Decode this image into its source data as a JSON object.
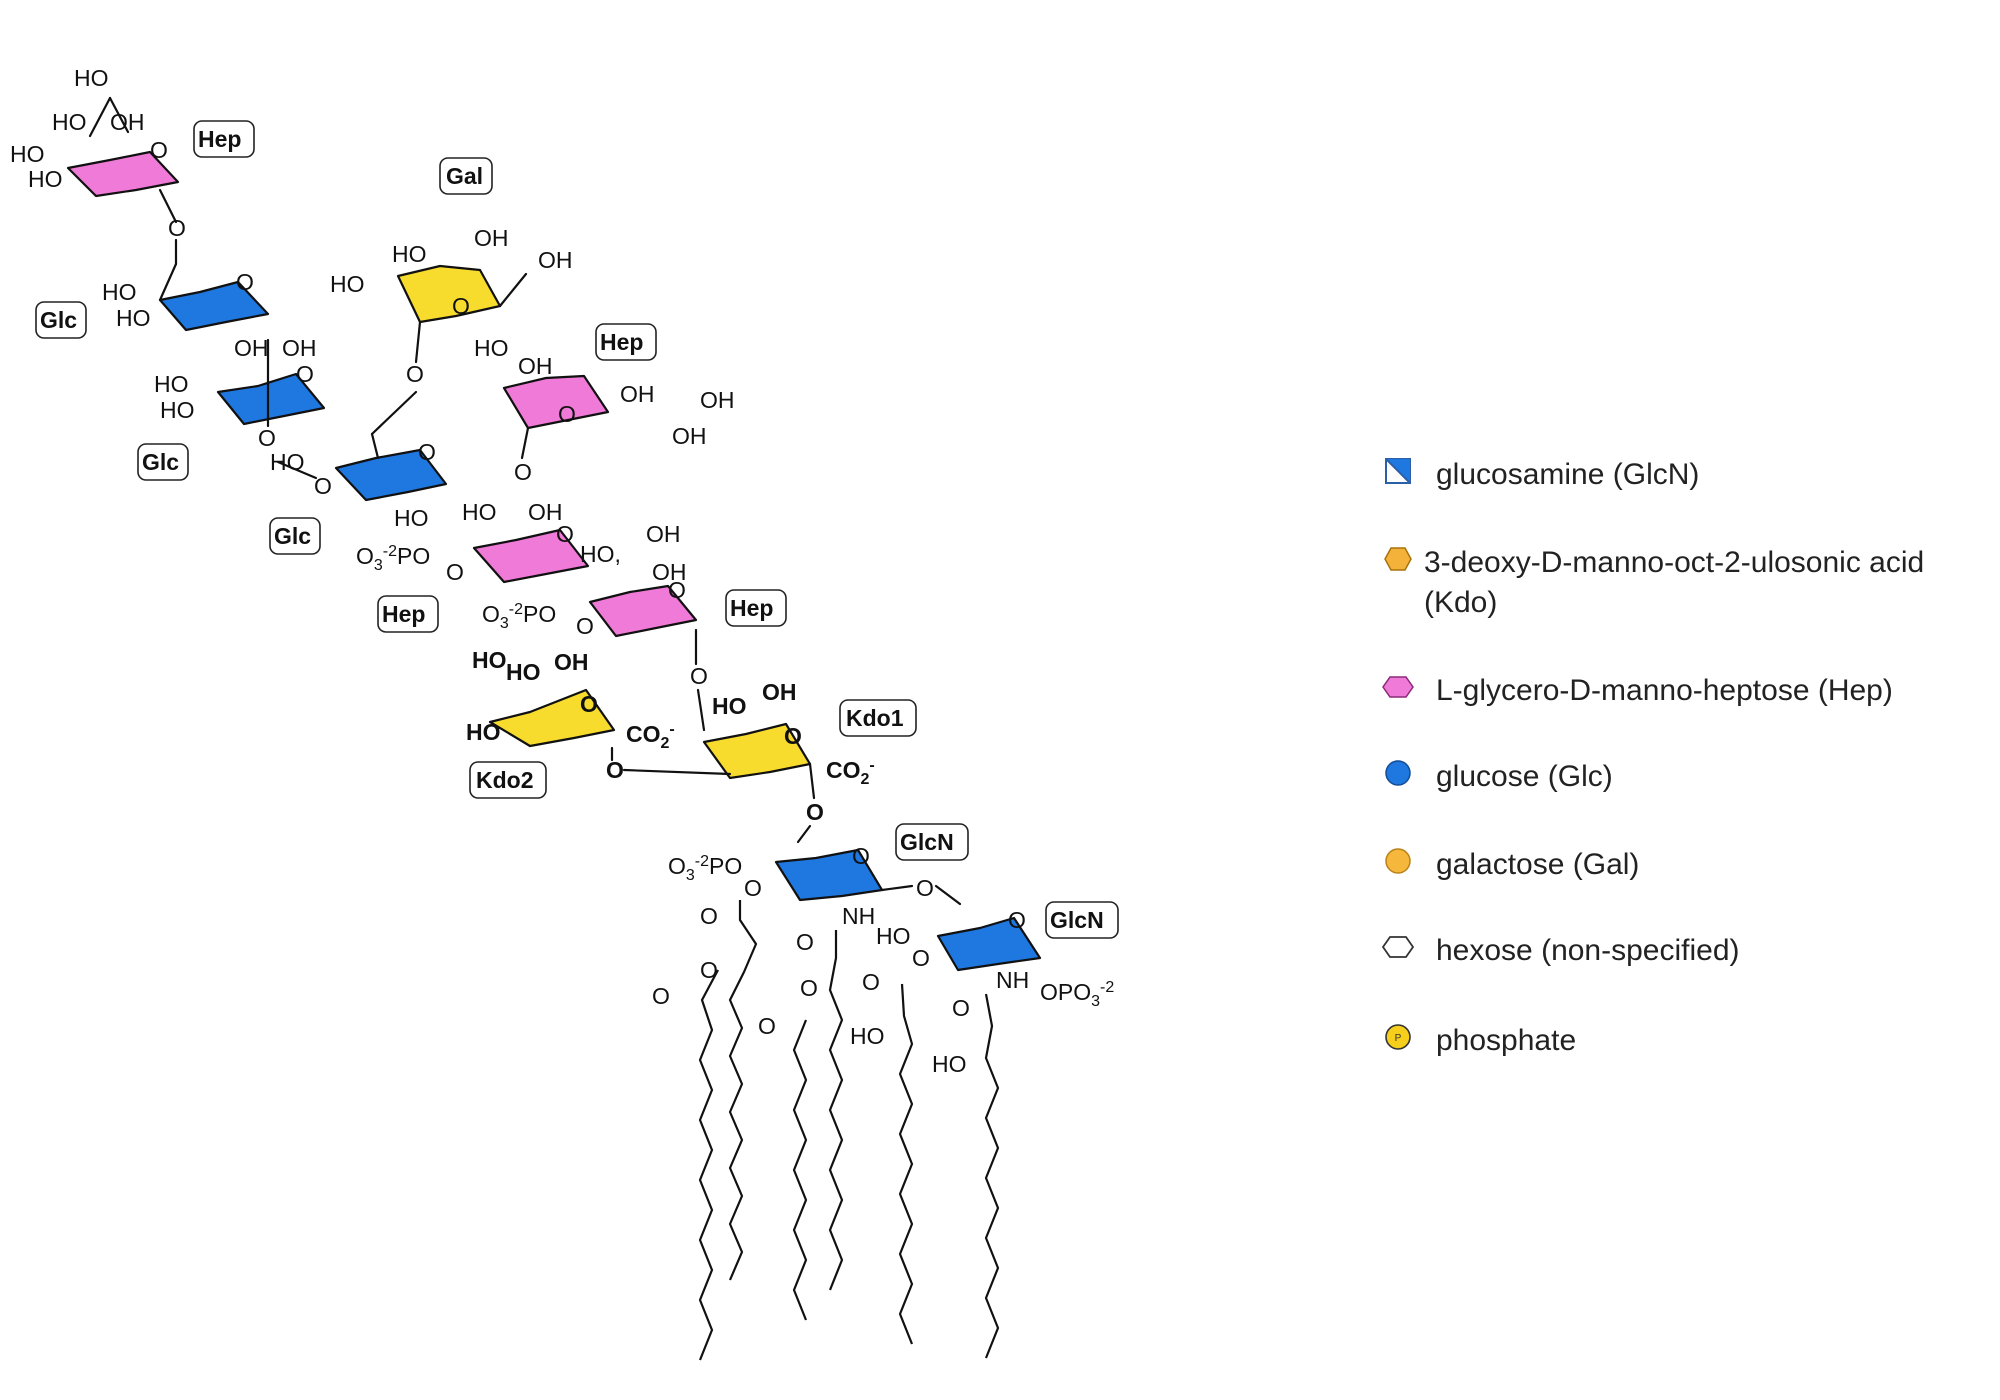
{
  "residue_tags": {
    "hep_top": "Hep",
    "gal": "Gal",
    "glc_1": "Glc",
    "glc_2": "Glc",
    "glc_3": "Glc",
    "hep_side": "Hep",
    "hep_left": "Hep",
    "hep_right": "Hep",
    "kdo1": "Kdo1",
    "kdo2": "Kdo2",
    "glcn_1": "GlcN",
    "glcn_2": "GlcN"
  },
  "substituents": {
    "ho": "HO",
    "oh": "OH",
    "o": "O",
    "nh": "NH",
    "phosphate_left": "O3-2PO",
    "phosphate_right": "OPO3-2",
    "carboxylate": "CO2-"
  },
  "colors": {
    "hep": "#f07ad8",
    "glc": "#1f77e0",
    "gal": "#f7dc2e",
    "kdo": "#f7dc2e",
    "glcn": "#1f77e0",
    "kdo_symbol": "#f4b23a",
    "gal_symbol": "#f6b83c",
    "phosphate_symbol": "#f6cf1d"
  },
  "legend": {
    "items": [
      {
        "icon": "half-filled-square-icon",
        "label": "glucosamine (GlcN)"
      },
      {
        "icon": "orange-hexagon-icon",
        "label": "3-deoxy-D-manno-oct-2-ulosonic acid (Kdo)"
      },
      {
        "icon": "pink-hexagon-icon",
        "label": "L-glycero-D-manno-heptose (Hep)"
      },
      {
        "icon": "blue-circle-icon",
        "label": "glucose (Glc)"
      },
      {
        "icon": "yellow-circle-icon",
        "label": "galactose (Gal)"
      },
      {
        "icon": "white-hexagon-icon",
        "label": "hexose (non-specified)"
      },
      {
        "icon": "phosphate-circle-icon",
        "label": "phosphate",
        "icon_text": "P"
      }
    ]
  }
}
